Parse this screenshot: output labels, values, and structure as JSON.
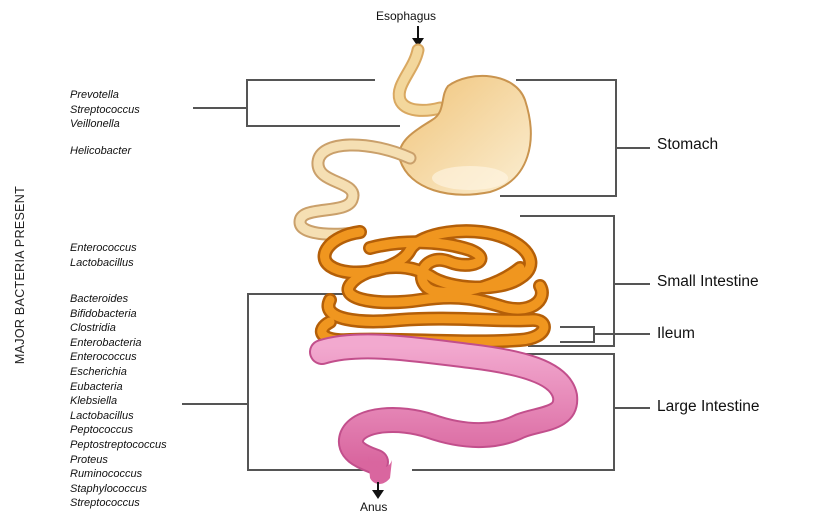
{
  "side_label": "MAJOR BACTERIA PRESENT",
  "top_label": "Esophagus",
  "bottom_label": "Anus",
  "organs": {
    "stomach": "Stomach",
    "small_intestine": "Small Intestine",
    "ileum": "Ileum",
    "large_intestine": "Large Intestine"
  },
  "bacteria": {
    "stomach": [
      "Prevotella",
      "Streptococcus",
      "Veillonella"
    ],
    "stomach_extra": [
      "Helicobacter"
    ],
    "small_intestine": [
      "Enterococcus",
      "Lactobacillus"
    ],
    "large_intestine": [
      "Bacteroides",
      "Bifidobacteria",
      "Clostridia",
      "Enterobacteria",
      "Enterococcus",
      "Escherichia",
      "Eubacteria",
      "Klebsiella",
      "Lactobacillus",
      "Peptococcus",
      "Peptostreptococcus",
      "Proteus",
      "Ruminococcus",
      "Staphylococcus",
      "Streptococcus"
    ]
  },
  "colors": {
    "esophagus_stomach": "#f3d79c",
    "small_intestine": "#f08a1a",
    "large_intestine": "#e98fbf",
    "bracket": "#555555"
  }
}
